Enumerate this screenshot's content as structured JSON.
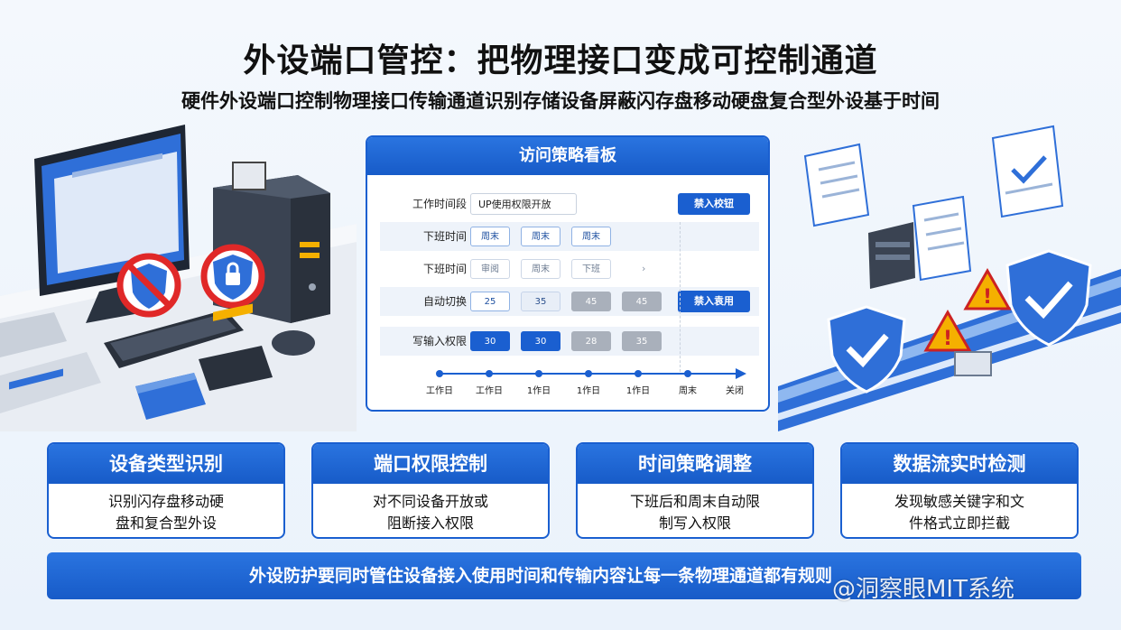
{
  "title": "外设端口管控：把物理接口变成可控制通道",
  "subtitle": "硬件外设端口控制物理接口传输通道识别存储设备屏蔽闪存盘移动硬盘复合型外设基于时间",
  "dashboard": {
    "title": "访问策略看板",
    "rows": [
      {
        "label": "工作时间段",
        "input": "UP使用权限开放",
        "button": "禁入校钮"
      },
      {
        "label": "下班时间",
        "chips": [
          "周末",
          "周末",
          "周末"
        ]
      },
      {
        "label": "下班时间",
        "chips": [
          "审阅",
          "周末",
          "下班"
        ],
        "extra": "›"
      },
      {
        "label": "自动切换",
        "chips": [
          "25",
          "35",
          "45",
          "45"
        ],
        "button": "禁入袁用"
      },
      {
        "label": "写输入权限",
        "chips": [
          "30",
          "30",
          "28",
          "35"
        ]
      }
    ],
    "timeline": [
      "工作日",
      "工作日",
      "1作日",
      "1作日",
      "1作日",
      "周末",
      "关闭"
    ]
  },
  "cards": [
    {
      "title": "设备类型识别",
      "body_line1": "识别闪存盘移动硬",
      "body_line2": "盘和复合型外设"
    },
    {
      "title": "端口权限控制",
      "body_line1": "对不同设备开放或",
      "body_line2": "阻断接入权限"
    },
    {
      "title": "时间策略调整",
      "body_line1": "下班后和周末自动限",
      "body_line2": "制写入权限"
    },
    {
      "title": "数据流实时检测",
      "body_line1": "发现敏感关键字和文",
      "body_line2": "件格式立即拦截"
    }
  ],
  "footer": "外设防护要同时管住设备接入使用时间和传输内容让每一条物理通道都有规则",
  "watermark": "@洞察眼MIT系统",
  "colors": {
    "primary": "#1a5fd0",
    "danger": "#e02828",
    "warning": "#f5b000"
  }
}
